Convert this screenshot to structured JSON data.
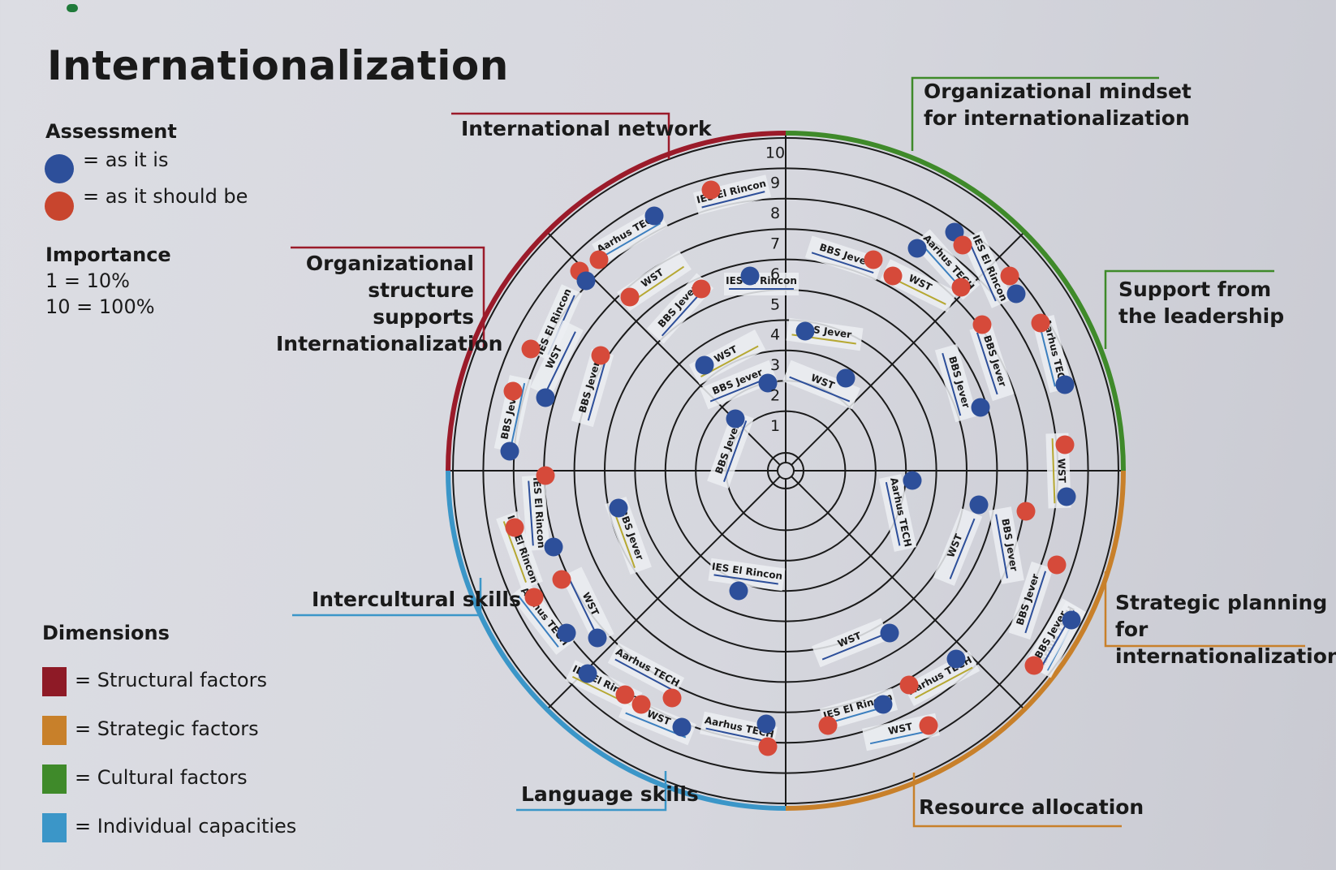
{
  "title": "Internationalization",
  "assessment": {
    "heading": "Assessment",
    "as_is": "= as it is",
    "should_be": "= as it should be",
    "colors": {
      "as_is": "#2d4f9a",
      "should_be": "#d64a3a"
    }
  },
  "importance": {
    "heading": "Importance",
    "line1": "1 = 10%",
    "line2": "10 = 100%"
  },
  "dimensions": {
    "heading": "Dimensions",
    "structural": "= Structural factors",
    "strategic": "= Strategic factors",
    "cultural": "= Cultural factors",
    "individual": "= Individual capacities",
    "colors": {
      "structural": "#9b1b2a",
      "strategic": "#c8802a",
      "cultural": "#3f8a2a",
      "individual": "#3b96c8"
    }
  },
  "categories": {
    "international_network": "International network",
    "org_mindset_1": "Organizational mindset",
    "org_mindset_2": "for internationalization",
    "support_1": "Support from",
    "support_2": "the leadership",
    "org_structure_1": "Organizational",
    "org_structure_2": "structure supports",
    "org_structure_3": "Internationalization",
    "intercultural": "Intercultural skills",
    "strategic_1": "Strategic planning for",
    "strategic_2": "internationalization",
    "language": "Language skills",
    "resource": "Resource allocation"
  },
  "scale": [
    "1",
    "2",
    "3",
    "4",
    "5",
    "6",
    "7",
    "8",
    "9",
    "10"
  ],
  "sticker_labels": {
    "s1": "IES El Rincon",
    "s2": "Aarhus TECH",
    "s3": "WST",
    "s4": "BBS Jever",
    "s5": "IES El Rincon",
    "s6": "BBS Jever",
    "s7": "WST",
    "s8": "Aarhus TECH",
    "s9": "IES El Rincon",
    "s10": "BBS Jever",
    "s11": "WST",
    "s12": "BBS Jever",
    "s13": "WST",
    "s14": "BBS Jever",
    "s15": "BBS Jever",
    "s16": "Aarhus TECH",
    "s17": "IES El Rincon",
    "s18": "WST",
    "s19": "BBS Jever",
    "s20": "BBS Jever",
    "s21": "BBS Jever",
    "s22": "Aarhus TECH",
    "s23": "BBS Jever",
    "s24": "WST",
    "s25": "IES El Rincon",
    "s26": "IES El Rincon",
    "s27": "BBS Jever",
    "s28": "WST",
    "s29": "Aarhus TECH",
    "s30": "IES El Rincon",
    "s31": "WST",
    "s32": "BBS Jever",
    "s33": "Aarhus TECH",
    "s34": "WST",
    "s35": "Aarhus TECH",
    "s36": "IES El Rincon",
    "s37": "WST",
    "s38": "Aarhus TECH",
    "s39": "IES El Rincon",
    "s40": "WST",
    "s41": "Aarhus TECH",
    "s42": "BBS Jever"
  }
}
